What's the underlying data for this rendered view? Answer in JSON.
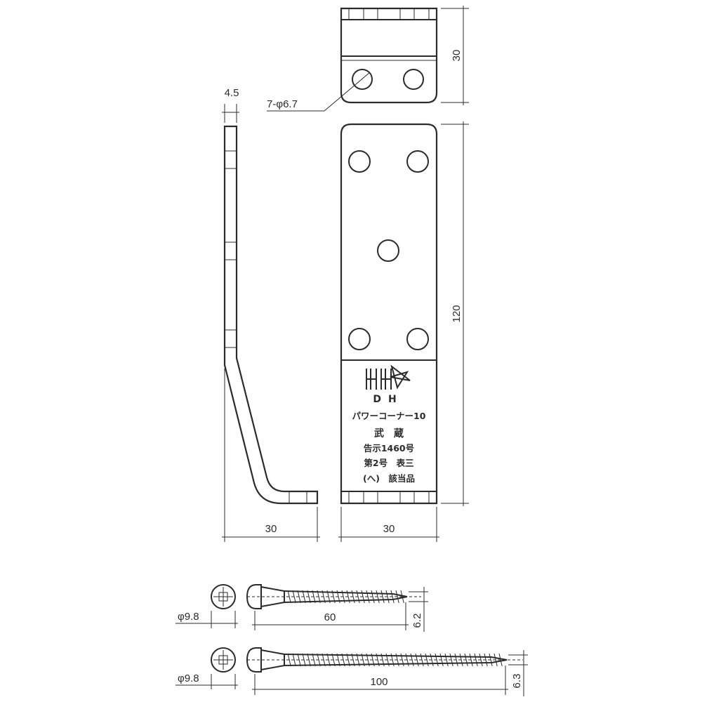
{
  "dimensions": {
    "side_thickness": "4.5",
    "hole_spec": "7-φ6.7",
    "flange_height": "30",
    "plate_height": "120",
    "side_width": "30",
    "plate_width": "30",
    "screw_short_head": "φ9.8",
    "screw_short_length": "60",
    "screw_short_dia": "6.2",
    "screw_long_head": "φ9.8",
    "screw_long_length": "100",
    "screw_long_dia": "6.3"
  },
  "stamp": {
    "brand": "DH",
    "product": "パワーコーナー10",
    "maker": "武　蔵",
    "notice": "告示1460号",
    "clause": "第2号　表三",
    "grade": "(へ)　該当品"
  }
}
